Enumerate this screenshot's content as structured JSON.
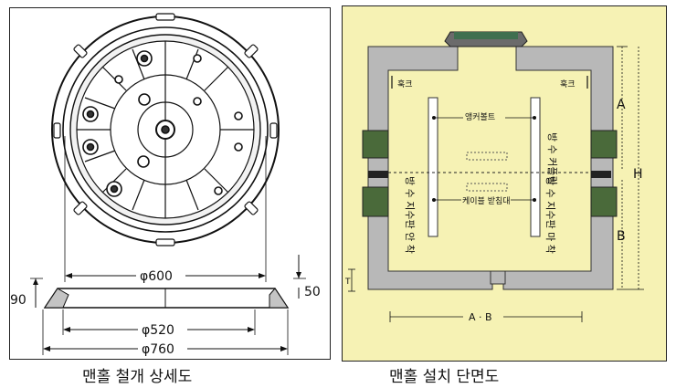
{
  "left_diagram": {
    "caption": "맨홀 철개 상세도",
    "dimensions": {
      "top_diameter": "φ600",
      "height_left": "90",
      "height_right": "50",
      "inner_diameter": "φ520",
      "outer_diameter": "φ760"
    }
  },
  "right_diagram": {
    "caption": "맨홀 설치 단면도",
    "labels": {
      "hook_left": "훅크",
      "hook_right": "훅크",
      "anchor_bolt": "앵커볼트",
      "cable_support": "케이블 받침대",
      "waterproof_coupling": "방 수 커플링",
      "waterproof_pipe_left": "방 수 지수판 안 착",
      "waterproof_pipe_right": "방 수 지수판 마 착",
      "dim_a": "A",
      "dim_h": "H",
      "dim_b": "B",
      "dim_t": "T",
      "dim_ab": "A · B"
    }
  },
  "colors": {
    "concrete": "#b8b8b8",
    "background_right": "#f6f2b4",
    "pipe_green": "#4a6a3a"
  }
}
